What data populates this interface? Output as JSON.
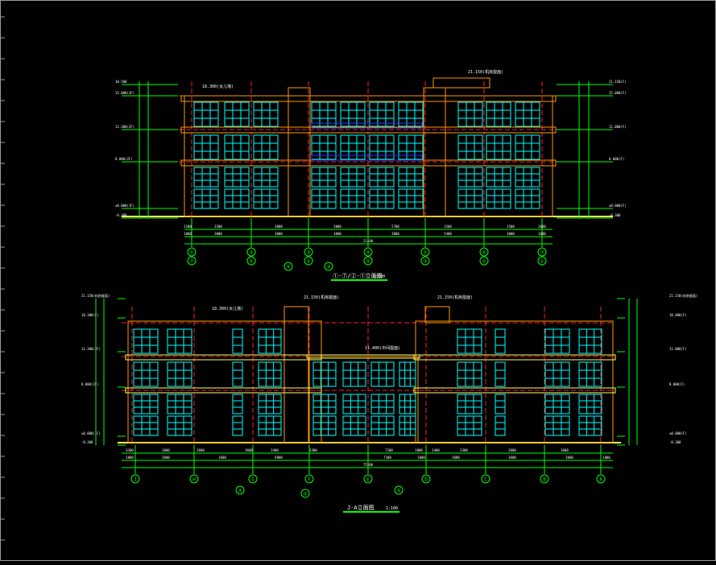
{
  "drawing": {
    "colors": {
      "background": "#000000",
      "wall": "#ff9900",
      "slab": "#ffff66",
      "window": "#00ffff",
      "axis": "#ff2020",
      "dimension": "#00ff00",
      "text": "#ffffff",
      "mullion": "#3333ff"
    },
    "elev1": {
      "title": "①-⑦/②-①立面图",
      "scale": "1:100",
      "roof_label": "21.150(机房屋面)",
      "parapet_label": "18.300(女儿墙)",
      "left_levels": [
        "18.500",
        "15.000(3F)",
        "11.300(2F)",
        "8.000(2F)",
        "±0.000(1F)",
        "-0.300"
      ],
      "right_levels": [
        "21.150(F)",
        "15.000(F)",
        "11.000(F)",
        "8.000(F)",
        "±0.000(F)",
        "-0.300"
      ],
      "dims_top": [
        "2100",
        "3300",
        "3000",
        "3000",
        "5700",
        "1500",
        "1500",
        "3000"
      ],
      "dims_bottom": [
        "1800",
        "3000",
        "3000",
        "3000",
        "3000",
        "5400",
        "3000",
        "1800"
      ],
      "total": "21400",
      "axis_top": [
        "①",
        "②",
        "③",
        "④",
        "⑤",
        "⑥",
        "⑦"
      ],
      "axis_bottom": [
        "⑦",
        "⑥",
        "⑤",
        "④",
        "③",
        "②",
        "①"
      ],
      "callouts": [
        "④",
        "③"
      ]
    },
    "elev2": {
      "title": "J-A立面图",
      "scale": "1:100",
      "roof_label_left": "21.150(机房屋面)",
      "roof_label_right": "21.150(机房屋面)",
      "center_label": "11.400(中间屋面)",
      "parapet_label": "18.300(女儿墙)",
      "left_levels": [
        "21.150(机房屋面)",
        "18.300(F)",
        "11.300(2F)",
        "8.000(2F)",
        "±0.000(1F)",
        "-0.300"
      ],
      "right_levels": [
        "21.150(机房屋面)",
        "18.000(F)",
        "11.000(F)",
        "8.000(F)",
        "±0.000(F)",
        "-0.300"
      ],
      "dims_top": [
        "3300",
        "3600",
        "3600",
        "3600",
        "3400",
        "3300",
        "7200",
        "1800",
        "3400",
        "3300",
        "3600",
        "3600"
      ],
      "dims_bottom": [
        "1800",
        "3600",
        "3600",
        "6900",
        "7200",
        "1800",
        "3600",
        "3600",
        "3600",
        "1800"
      ],
      "total": "75300",
      "axis": [
        "J",
        "H",
        "G",
        "F",
        "E",
        "D",
        "C",
        "B",
        "A"
      ],
      "callouts": [
        "③",
        "③",
        "⑤"
      ]
    }
  }
}
